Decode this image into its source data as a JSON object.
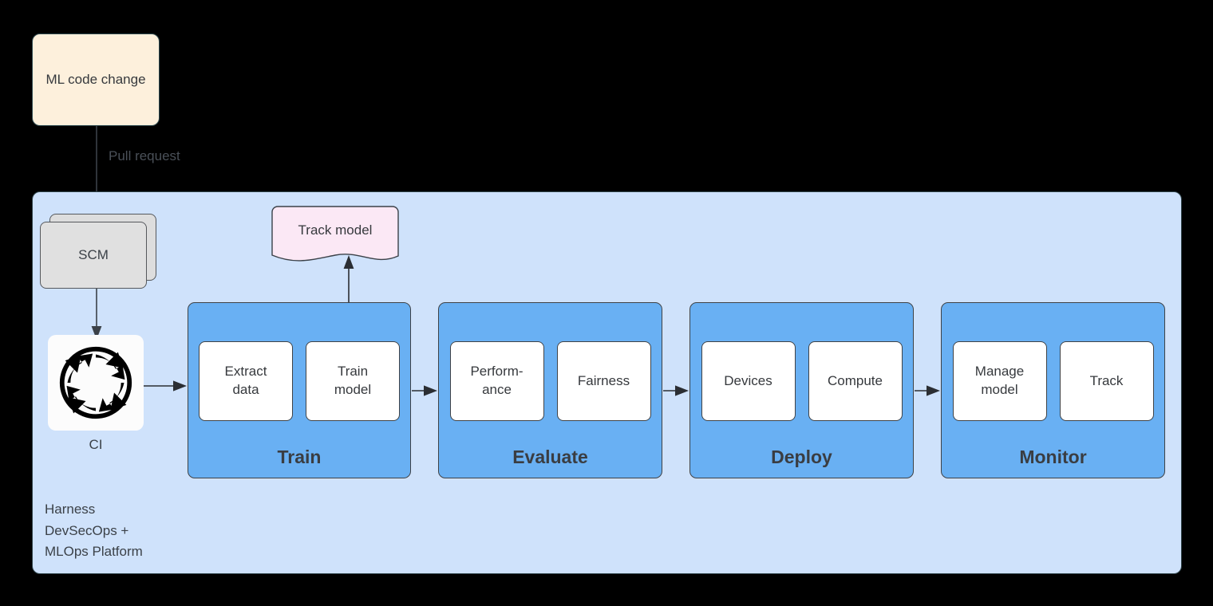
{
  "diagram": {
    "title": "ML code change to MLOps platform pipeline",
    "background_color": "#000000"
  },
  "source_node": {
    "label": "ML code change",
    "fill_color": "#FDF0DC",
    "border_color": "#2E4A50"
  },
  "edges": {
    "pull_request_label": "Pull request"
  },
  "platform": {
    "caption": "Harness\nDevSecOps +\nMLOps Platform",
    "fill_color": "#CFE2FB",
    "border_color": "#2E4248"
  },
  "scm": {
    "label": "SCM",
    "fill_color": "#E0E0E0",
    "shape": "stacked-documents"
  },
  "ci": {
    "label": "CI",
    "icon": "circular-arrows-icon",
    "fill_color": "#FCFCFC"
  },
  "track_model": {
    "label": "Track model",
    "fill_color": "#FBE8F5",
    "shape": "document"
  },
  "stages": [
    {
      "id": "train",
      "title": "Train",
      "fill_color": "#69B0F3",
      "subs": [
        {
          "label": "Extract\ndata"
        },
        {
          "label": "Train\nmodel"
        }
      ]
    },
    {
      "id": "evaluate",
      "title": "Evaluate",
      "fill_color": "#69B0F3",
      "subs": [
        {
          "label": "Perform-\nance"
        },
        {
          "label": "Fairness"
        }
      ]
    },
    {
      "id": "deploy",
      "title": "Deploy",
      "fill_color": "#69B0F3",
      "subs": [
        {
          "label": "Devices"
        },
        {
          "label": "Compute"
        }
      ]
    },
    {
      "id": "monitor",
      "title": "Monitor",
      "fill_color": "#69B0F3",
      "subs": [
        {
          "label": "Manage\nmodel"
        },
        {
          "label": "Track"
        }
      ]
    }
  ]
}
